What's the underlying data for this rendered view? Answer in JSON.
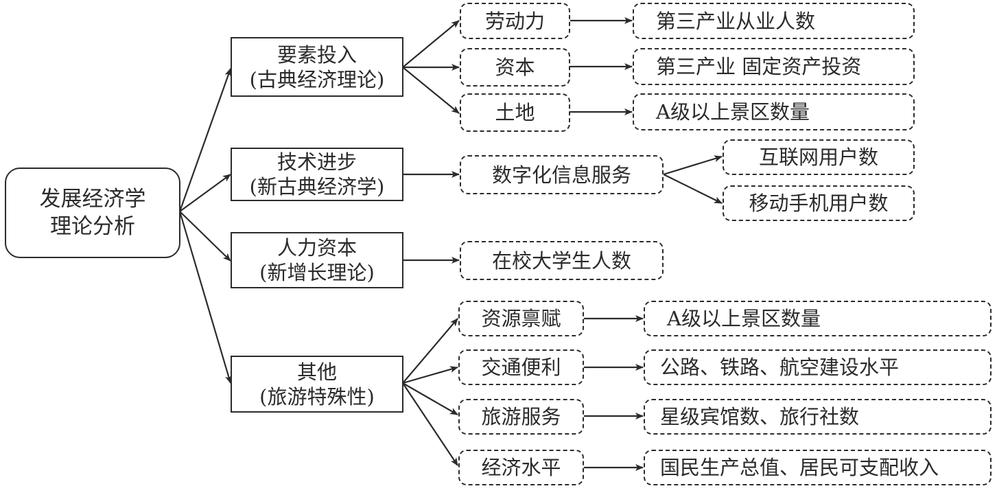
{
  "root": {
    "lines": [
      "发展经济学",
      "理论分析"
    ]
  },
  "theories": [
    {
      "lines": [
        "要素投入",
        "(古典经济理论)"
      ]
    },
    {
      "lines": [
        "技术进步",
        "(新古典经济学)"
      ]
    },
    {
      "lines": [
        "人力资本",
        "(新增长理论)"
      ]
    },
    {
      "lines": [
        "其他",
        "(旅游特殊性)"
      ]
    }
  ],
  "factors": [
    {
      "label": "劳动力",
      "indicators": [
        "第三产业从业人数"
      ]
    },
    {
      "label": "资本",
      "indicators": [
        "第三产业 固定资产投资"
      ]
    },
    {
      "label": "土地",
      "indicators": [
        "A级以上景区数量"
      ]
    },
    {
      "label": "数字化信息服务",
      "indicators": [
        "互联网用户数",
        "移动手机用户数"
      ]
    },
    {
      "label": "在校大学生人数",
      "indicators": []
    },
    {
      "label": "资源禀赋",
      "indicators": [
        "A级以上景区数量"
      ]
    },
    {
      "label": "交通便利",
      "indicators": [
        "公路、铁路、航空建设水平"
      ]
    },
    {
      "label": "旅游服务",
      "indicators": [
        "星级宾馆数、旅行社数"
      ]
    },
    {
      "label": "经济水平",
      "indicators": [
        "国民生产总值、居民可支配收入"
      ]
    }
  ],
  "colors": {
    "stroke": "#2b2b2b",
    "background": "#ffffff"
  }
}
